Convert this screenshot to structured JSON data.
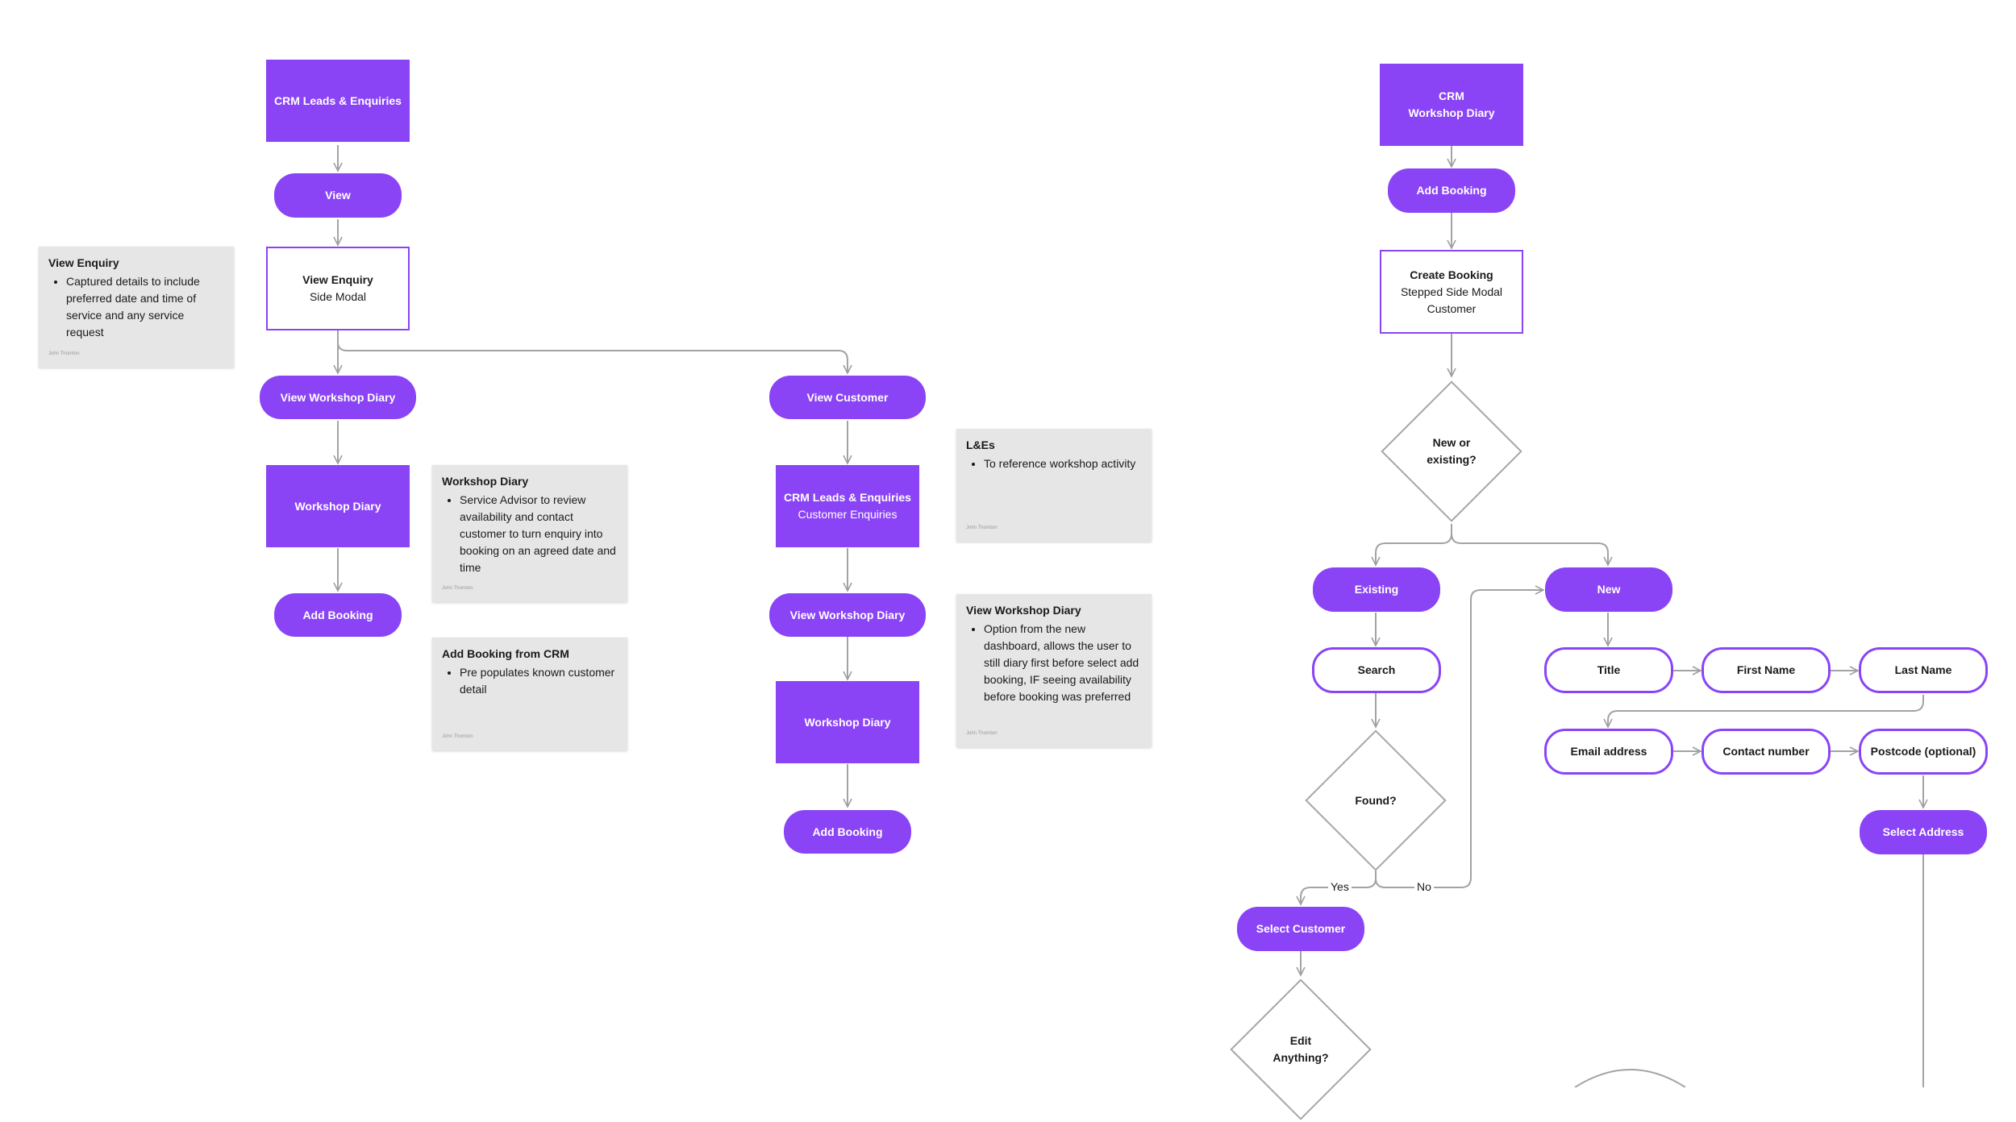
{
  "colors": {
    "accent": "#8A44F6",
    "connector": "#9e9e9e",
    "note_bg": "#e6e6e6"
  },
  "nodes": {
    "crm_leads": "CRM Leads & Enquiries",
    "view": "View",
    "view_enquiry": {
      "title": "View Enquiry",
      "sub": "Side Modal"
    },
    "view_workshop_diary_1": "View Workshop Diary",
    "workshop_diary_1": "Workshop Diary",
    "add_booking_1": "Add Booking",
    "view_customer": "View Customer",
    "crm_customer": {
      "title": "CRM Leads & Enquiries",
      "sub": "Customer Enquiries"
    },
    "view_workshop_diary_2": "View Workshop Diary",
    "workshop_diary_2": "Workshop Diary",
    "add_booking_2": "Add Booking",
    "crm_workshop": {
      "line1": "CRM",
      "line2": "Workshop Diary"
    },
    "add_booking_3": "Add Booking",
    "create_booking": {
      "title": "Create Booking",
      "line2": "Stepped Side Modal",
      "line3": "Customer"
    },
    "new_or_existing": "New or existing?",
    "existing": "Existing",
    "new": "New",
    "search": "Search",
    "found": "Found?",
    "yes": "Yes",
    "no": "No",
    "select_customer": "Select Customer",
    "edit_anything": "Edit Anything?",
    "title": "Title",
    "first_name": "First Name",
    "last_name": "Last Name",
    "email": "Email address",
    "contact": "Contact number",
    "postcode": "Postcode (optional)",
    "select_address": "Select Address"
  },
  "notes": {
    "view_enquiry": {
      "title": "View Enquiry",
      "bullet": "Captured details to include preferred date and time of service and any service request",
      "author": "John Thornton"
    },
    "workshop_diary": {
      "title": "Workshop Diary",
      "bullet": "Service Advisor to review availability and contact customer to turn enquiry into booking on an agreed date and time",
      "author": "John Thornton"
    },
    "add_booking_crm": {
      "title": "Add Booking from CRM",
      "bullet": "Pre populates known customer detail",
      "author": "John Thornton"
    },
    "les": {
      "title": "L&Es",
      "bullet": "To reference workshop activity",
      "author": "John Thornton"
    },
    "view_workshop_diary": {
      "title": "View Workshop Diary",
      "bullet": "Option from the new dashboard, allows the user to still diary first before select add booking, IF seeing availability before booking was preferred",
      "author": "John Thornton"
    }
  }
}
